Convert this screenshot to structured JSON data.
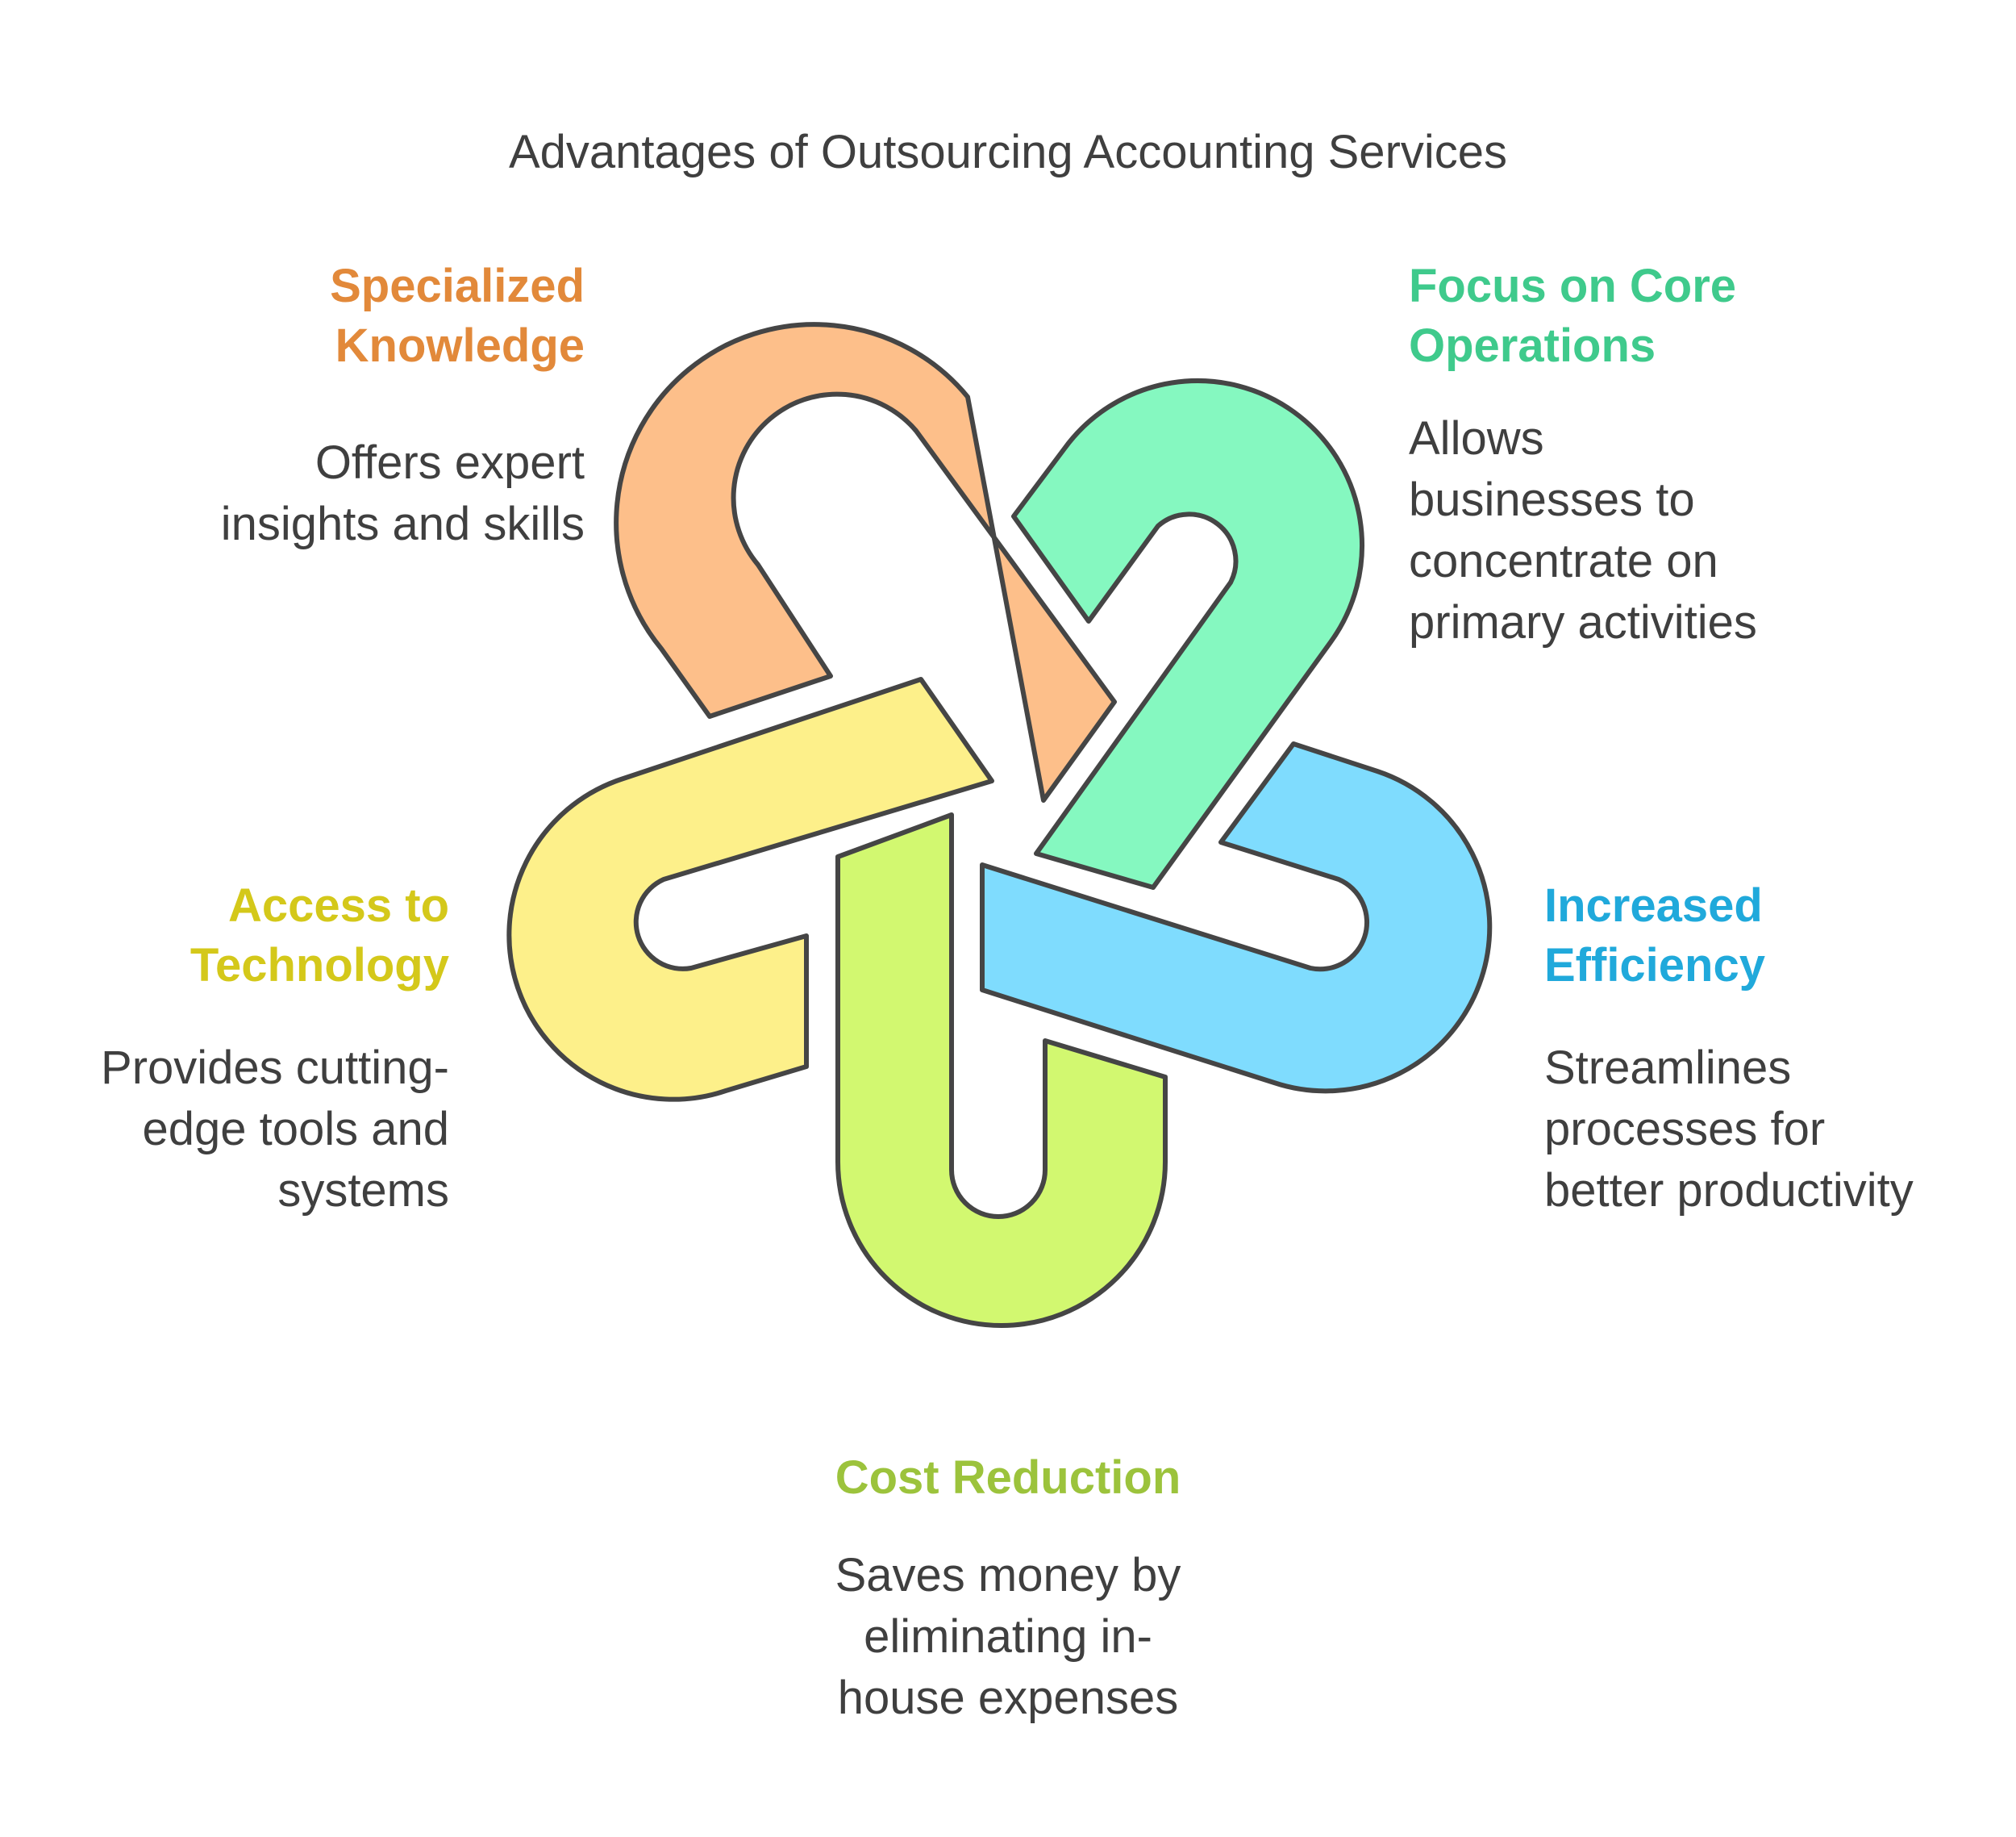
{
  "title": "Advantages of Outsourcing Accounting Services",
  "colors": {
    "orange_fill": "#fdbf8a",
    "orange_text": "#e2893a",
    "green_fill": "#85f8c0",
    "green_text": "#3fca8c",
    "blue_fill": "#7fdcfe",
    "blue_text": "#20a9db",
    "lime_fill": "#d2f870",
    "lime_text": "#9cc33c",
    "yellow_fill": "#fdf08a",
    "yellow_text": "#d4c81a",
    "outline": "#454545"
  },
  "items": [
    {
      "id": "specialized",
      "heading": "Specialized\nKnowledge",
      "description": "Offers expert\ninsights and skills"
    },
    {
      "id": "focus",
      "heading": "Focus on Core\nOperations",
      "description": "Allows\nbusinesses to\nconcentrate on\nprimary activities"
    },
    {
      "id": "efficiency",
      "heading": "Increased\nEfficiency",
      "description": "Streamlines\nprocesses for\nbetter productivity"
    },
    {
      "id": "cost",
      "heading": "Cost Reduction",
      "description": "Saves money by\neliminating in-\nhouse expenses"
    },
    {
      "id": "technology",
      "heading": "Access to\nTechnology",
      "description": "Provides cutting-\nedge tools and\nsystems"
    }
  ]
}
